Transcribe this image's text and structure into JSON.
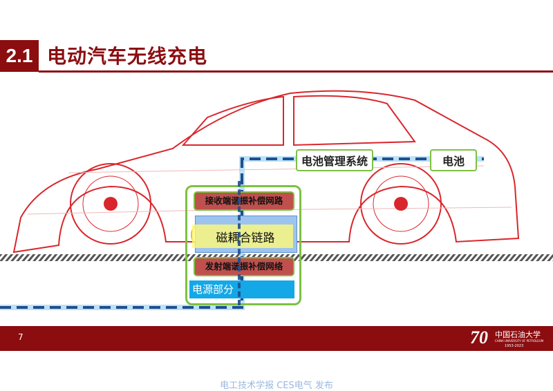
{
  "header": {
    "section_number": "2.1",
    "title": "电动汽车无线充电"
  },
  "diagram": {
    "receiver": "接收端谐振补偿网路",
    "coupling": "磁耦合链路",
    "transmitter": "发射端谐振补偿网络",
    "power": "电源部分",
    "bms": "电池管理系统",
    "battery": "电池"
  },
  "footer": {
    "page": "7",
    "logo_name": "中国石油大学",
    "logo_sub": "CHINA UNIVERSITY OF PETROLEUM",
    "logo_years": "1953-2023",
    "logo_mark": "70"
  },
  "credit": "电工技术学报 CES电气 发布",
  "colors": {
    "brand": "#8b0d10",
    "green": "#7cc142",
    "block": "#c0504d",
    "power": "#14a8e6"
  }
}
